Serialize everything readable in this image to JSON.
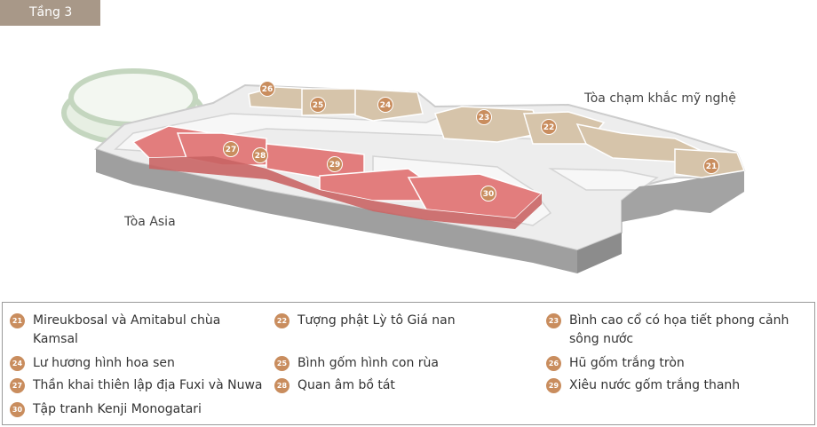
{
  "floor": {
    "label": "Tầng 3"
  },
  "buildings": {
    "asia": "Tòa Asia",
    "crafts": "Tòa chạm khắc mỹ nghệ"
  },
  "colors": {
    "asia_exhibit": "#e27d7d",
    "crafts_exhibit": "#d6c4aa",
    "badge": "#c98d5e",
    "floor_tab": "#a89888"
  },
  "legend": [
    {
      "num": "21",
      "text": "Mireukbosal và Amitabul chùa Kamsal"
    },
    {
      "num": "22",
      "text": "Tượng phật Lỳ tô Giá nan"
    },
    {
      "num": "23",
      "text": "Bình cao cổ có họa tiết phong cảnh sông nước"
    },
    {
      "num": "24",
      "text": "Lư hương hình hoa sen"
    },
    {
      "num": "25",
      "text": "Bình gốm hình con rùa"
    },
    {
      "num": "26",
      "text": "Hũ gốm trắng tròn"
    },
    {
      "num": "27",
      "text": "Thần khai thiên lập địa Fuxi và Nuwa"
    },
    {
      "num": "28",
      "text": "Quan âm bồ  tát"
    },
    {
      "num": "29",
      "text": "Xiêu nước gốm trắng thanh"
    },
    {
      "num": "30",
      "text": "Tập tranh Kenji Monogatari"
    }
  ]
}
